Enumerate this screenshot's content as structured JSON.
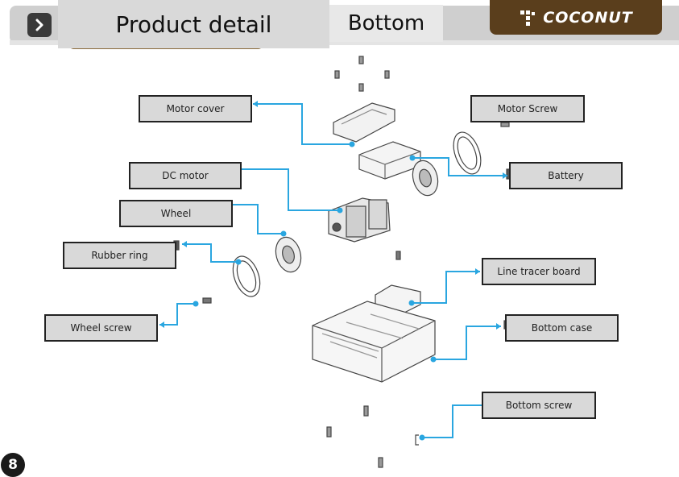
{
  "header": {
    "title": "Product detail",
    "subtitle": "Bottom",
    "logo_text": "COCONUT"
  },
  "labels": {
    "motor_cover": "Motor cover",
    "motor_screw": "Motor Screw",
    "dc_motor": "DC motor",
    "battery": "Battery",
    "wheel": "Wheel",
    "rubber_ring": "Rubber ring",
    "line_tracer_board": "Line tracer board",
    "wheel_screw": "Wheel screw",
    "bottom_case": "Bottom case",
    "bottom_screw": "Bottom screw"
  },
  "footer": {
    "page_number": "8"
  },
  "colors": {
    "leader_line": "#2aa6e0",
    "label_fill": "#d9d9d9",
    "logo_bg": "#5a3e1c"
  }
}
